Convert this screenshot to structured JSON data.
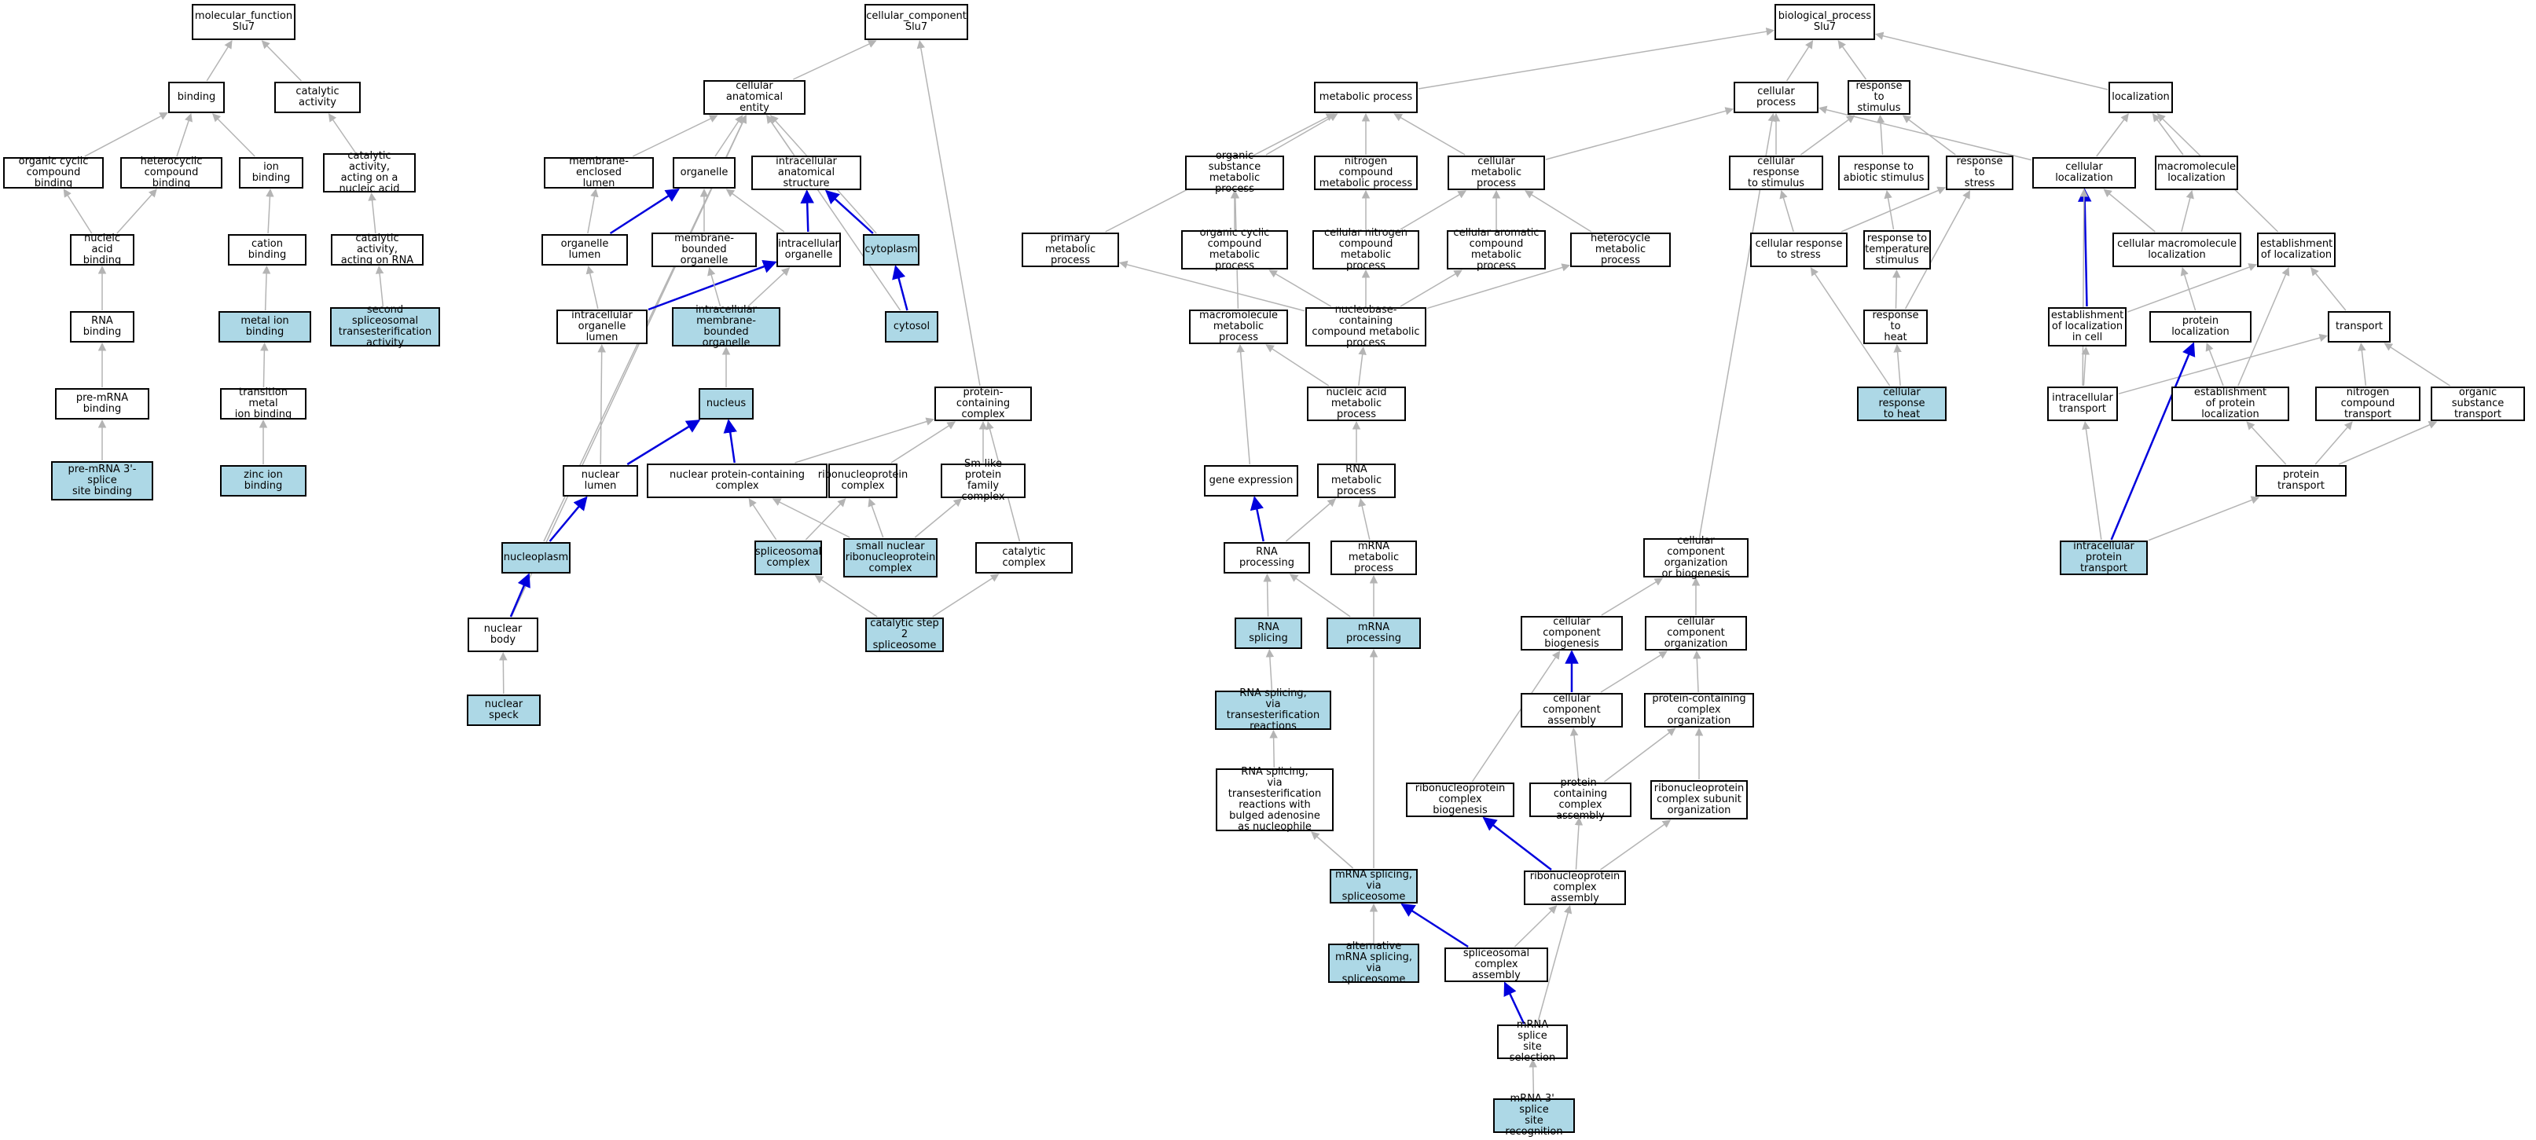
{
  "colors": {
    "highlight": "#add8e6",
    "node_fill": "#ffffff",
    "edge_gray": "#b4b4b4",
    "edge_blue": "#0000dd",
    "border": "#000000"
  },
  "nodes": [
    {
      "id": "mf",
      "label": "molecular_function\nSlu7",
      "hl": false
    },
    {
      "id": "binding",
      "label": "binding",
      "hl": false
    },
    {
      "id": "catact",
      "label": "catalytic activity",
      "hl": false
    },
    {
      "id": "orgcyc",
      "label": "organic cyclic\ncompound binding",
      "hl": false
    },
    {
      "id": "hetcyc",
      "label": "heterocyclic\ncompound binding",
      "hl": false
    },
    {
      "id": "ionb",
      "label": "ion binding",
      "hl": false
    },
    {
      "id": "catna",
      "label": "catalytic activity,\nacting on a\nnucleic acid",
      "hl": false
    },
    {
      "id": "nab",
      "label": "nucleic acid\nbinding",
      "hl": false
    },
    {
      "id": "cationb",
      "label": "cation binding",
      "hl": false
    },
    {
      "id": "catrna",
      "label": "catalytic activity,\nacting on RNA",
      "hl": false
    },
    {
      "id": "rnab",
      "label": "RNA binding",
      "hl": false
    },
    {
      "id": "metalb",
      "label": "metal ion binding",
      "hl": true
    },
    {
      "id": "secsp",
      "label": "second spliceosomal\ntransesterification\nactivity",
      "hl": true
    },
    {
      "id": "premrnab",
      "label": "pre-mRNA binding",
      "hl": false
    },
    {
      "id": "transmet",
      "label": "transition metal\nion binding",
      "hl": false
    },
    {
      "id": "premrna3",
      "label": "pre-mRNA 3'-splice\nsite binding",
      "hl": true
    },
    {
      "id": "zinc",
      "label": "zinc ion binding",
      "hl": true
    },
    {
      "id": "cc",
      "label": "cellular_component\nSlu7",
      "hl": false
    },
    {
      "id": "cae",
      "label": "cellular anatomical\nentity",
      "hl": false
    },
    {
      "id": "membl",
      "label": "membrane-enclosed\nlumen",
      "hl": false
    },
    {
      "id": "organelle",
      "label": "organelle",
      "hl": false
    },
    {
      "id": "ias",
      "label": "intracellular\nanatomical structure",
      "hl": false
    },
    {
      "id": "orglumen",
      "label": "organelle lumen",
      "hl": false
    },
    {
      "id": "mbo",
      "label": "membrane-bounded\norganelle",
      "hl": false
    },
    {
      "id": "io",
      "label": "intracellular\norganelle",
      "hl": false
    },
    {
      "id": "cytoplasm",
      "label": "cytoplasm",
      "hl": true
    },
    {
      "id": "iol",
      "label": "intracellular\norganelle lumen",
      "hl": false
    },
    {
      "id": "imbo",
      "label": "intracellular\nmembrane-bounded\norganelle",
      "hl": true
    },
    {
      "id": "cytosol",
      "label": "cytosol",
      "hl": true
    },
    {
      "id": "nucleus",
      "label": "nucleus",
      "hl": true
    },
    {
      "id": "pcc",
      "label": "protein-containing\ncomplex",
      "hl": false
    },
    {
      "id": "nuclumen",
      "label": "nuclear lumen",
      "hl": false
    },
    {
      "id": "npcc",
      "label": "nuclear protein-containing\ncomplex",
      "hl": false
    },
    {
      "id": "rnpc",
      "label": "ribonucleoprotein\ncomplex",
      "hl": false
    },
    {
      "id": "smlike",
      "label": "Sm-like protein\nfamily complex",
      "hl": false
    },
    {
      "id": "nucleoplasm",
      "label": "nucleoplasm",
      "hl": true
    },
    {
      "id": "spliceosomal",
      "label": "spliceosomal\ncomplex",
      "hl": true
    },
    {
      "id": "snrnp",
      "label": "small nuclear\nribonucleoprotein\ncomplex",
      "hl": true
    },
    {
      "id": "catcomplex",
      "label": "catalytic complex",
      "hl": false
    },
    {
      "id": "nucbody",
      "label": "nuclear body",
      "hl": false
    },
    {
      "id": "catstep2",
      "label": "catalytic step\n2 spliceosome",
      "hl": true
    },
    {
      "id": "nucspeck",
      "label": "nuclear speck",
      "hl": true
    },
    {
      "id": "bp",
      "label": "biological_process\nSlu7",
      "hl": false
    },
    {
      "id": "metproc",
      "label": "metabolic process",
      "hl": false
    },
    {
      "id": "cellproc",
      "label": "cellular process",
      "hl": false
    },
    {
      "id": "respstim",
      "label": "response to\nstimulus",
      "hl": false
    },
    {
      "id": "local",
      "label": "localization",
      "hl": false
    },
    {
      "id": "orgsub",
      "label": "organic substance\nmetabolic process",
      "hl": false
    },
    {
      "id": "nitro",
      "label": "nitrogen compound\nmetabolic process",
      "hl": false
    },
    {
      "id": "cellmet",
      "label": "cellular metabolic\nprocess",
      "hl": false
    },
    {
      "id": "cellresp",
      "label": "cellular response\nto stimulus",
      "hl": false
    },
    {
      "id": "respabio",
      "label": "response to\nabiotic stimulus",
      "hl": false
    },
    {
      "id": "respstress",
      "label": "response to\nstress",
      "hl": false
    },
    {
      "id": "cellloc",
      "label": "cellular localization",
      "hl": false
    },
    {
      "id": "macroloc",
      "label": "macromolecule\nlocalization",
      "hl": false
    },
    {
      "id": "primet",
      "label": "primary metabolic\nprocess",
      "hl": false
    },
    {
      "id": "orgcycmet",
      "label": "organic cyclic\ncompound metabolic\nprocess",
      "hl": false
    },
    {
      "id": "cellnitro",
      "label": "cellular nitrogen\ncompound metabolic\nprocess",
      "hl": false
    },
    {
      "id": "cellarom",
      "label": "cellular aromatic\ncompound metabolic\nprocess",
      "hl": false
    },
    {
      "id": "hetmet",
      "label": "heterocycle\nmetabolic process",
      "hl": false
    },
    {
      "id": "cellrespstress",
      "label": "cellular response\nto stress",
      "hl": false
    },
    {
      "id": "resptemp",
      "label": "response to\ntemperature\nstimulus",
      "hl": false
    },
    {
      "id": "cellmacroloc",
      "label": "cellular macromolecule\nlocalization",
      "hl": false
    },
    {
      "id": "estloc",
      "label": "establishment\nof localization",
      "hl": false
    },
    {
      "id": "macromet",
      "label": "macromolecule\nmetabolic process",
      "hl": false
    },
    {
      "id": "nucbase",
      "label": "nucleobase-containing\ncompound metabolic\nprocess",
      "hl": false
    },
    {
      "id": "respheat",
      "label": "response to\nheat",
      "hl": false
    },
    {
      "id": "estloccell",
      "label": "establishment\nof localization\nin cell",
      "hl": false
    },
    {
      "id": "protloc",
      "label": "protein localization",
      "hl": false
    },
    {
      "id": "transport",
      "label": "transport",
      "hl": false
    },
    {
      "id": "nameta",
      "label": "nucleic acid\nmetabolic process",
      "hl": false
    },
    {
      "id": "cellrespheat",
      "label": "cellular response\nto heat",
      "hl": true
    },
    {
      "id": "intratrans",
      "label": "intracellular\ntransport",
      "hl": false
    },
    {
      "id": "estprotloc",
      "label": "establishment\nof protein localization",
      "hl": false
    },
    {
      "id": "nitrotrans",
      "label": "nitrogen compound\ntransport",
      "hl": false
    },
    {
      "id": "orgsubtrans",
      "label": "organic substance\ntransport",
      "hl": false
    },
    {
      "id": "geneexp",
      "label": "gene expression",
      "hl": false
    },
    {
      "id": "rnamet",
      "label": "RNA metabolic\nprocess",
      "hl": false
    },
    {
      "id": "prottrans",
      "label": "protein transport",
      "hl": false
    },
    {
      "id": "rnaproc",
      "label": "RNA processing",
      "hl": false
    },
    {
      "id": "mrnamet",
      "label": "mRNA metabolic\nprocess",
      "hl": false
    },
    {
      "id": "ccob",
      "label": "cellular component\norganization\nor biogenesis",
      "hl": false
    },
    {
      "id": "intraprottrans",
      "label": "intracellular\nprotein transport",
      "hl": true
    },
    {
      "id": "rnasplicing",
      "label": "RNA splicing",
      "hl": true
    },
    {
      "id": "mrnaproc",
      "label": "mRNA processing",
      "hl": true
    },
    {
      "id": "ccbio",
      "label": "cellular component\nbiogenesis",
      "hl": false
    },
    {
      "id": "ccorg",
      "label": "cellular component\norganization",
      "hl": false
    },
    {
      "id": "rnasplte",
      "label": "RNA splicing,\nvia transesterification\nreactions",
      "hl": true
    },
    {
      "id": "ccassembly",
      "label": "cellular component\nassembly",
      "hl": false
    },
    {
      "id": "pcorg",
      "label": "protein-containing\ncomplex organization",
      "hl": false
    },
    {
      "id": "rnasplbulged",
      "label": "RNA splicing,\nvia transesterification\nreactions with\nbulged adenosine\nas nucleophile",
      "hl": false
    },
    {
      "id": "rnpbio",
      "label": "ribonucleoprotein\ncomplex biogenesis",
      "hl": false
    },
    {
      "id": "pcassembly",
      "label": "protein-containing\ncomplex assembly",
      "hl": false
    },
    {
      "id": "rnpsuborg",
      "label": "ribonucleoprotein\ncomplex subunit\norganization",
      "hl": false
    },
    {
      "id": "mrnaspl",
      "label": "mRNA splicing,\nvia spliceosome",
      "hl": true
    },
    {
      "id": "rnpassembly",
      "label": "ribonucleoprotein\ncomplex assembly",
      "hl": false
    },
    {
      "id": "altmrna",
      "label": "alternative\nmRNA splicing,\nvia spliceosome",
      "hl": true
    },
    {
      "id": "spliceassembly",
      "label": "spliceosomal\ncomplex assembly",
      "hl": false
    },
    {
      "id": "mrnasplsel",
      "label": "mRNA splice\nsite selection",
      "hl": false
    },
    {
      "id": "mrna3rec",
      "label": "mRNA 3'-splice\nsite recognition",
      "hl": true
    }
  ],
  "edges": [
    [
      "binding",
      "mf",
      "g"
    ],
    [
      "catact",
      "mf",
      "g"
    ],
    [
      "orgcyc",
      "binding",
      "g"
    ],
    [
      "hetcyc",
      "binding",
      "g"
    ],
    [
      "ionb",
      "binding",
      "g"
    ],
    [
      "catna",
      "catact",
      "g"
    ],
    [
      "nab",
      "orgcyc",
      "g"
    ],
    [
      "nab",
      "hetcyc",
      "g"
    ],
    [
      "cationb",
      "ionb",
      "g"
    ],
    [
      "catrna",
      "catna",
      "g"
    ],
    [
      "rnab",
      "nab",
      "g"
    ],
    [
      "metalb",
      "cationb",
      "g"
    ],
    [
      "secsp",
      "catrna",
      "g"
    ],
    [
      "premrnab",
      "rnab",
      "g"
    ],
    [
      "transmet",
      "metalb",
      "g"
    ],
    [
      "premrna3",
      "premrnab",
      "g"
    ],
    [
      "zinc",
      "transmet",
      "g"
    ],
    [
      "cae",
      "cc",
      "g"
    ],
    [
      "pcc",
      "cc",
      "g"
    ],
    [
      "membl",
      "cae",
      "g"
    ],
    [
      "organelle",
      "cae",
      "g"
    ],
    [
      "ias",
      "cae",
      "g"
    ],
    [
      "cytoplasm",
      "cae",
      "g"
    ],
    [
      "cytosol",
      "cae",
      "g"
    ],
    [
      "nucleoplasm",
      "cae",
      "g"
    ],
    [
      "nucbody",
      "cae",
      "g"
    ],
    [
      "orglumen",
      "membl",
      "g"
    ],
    [
      "orglumen",
      "organelle",
      "b"
    ],
    [
      "mbo",
      "organelle",
      "g"
    ],
    [
      "io",
      "organelle",
      "g"
    ],
    [
      "io",
      "ias",
      "b"
    ],
    [
      "cytoplasm",
      "ias",
      "b"
    ],
    [
      "iol",
      "orglumen",
      "g"
    ],
    [
      "iol",
      "io",
      "b"
    ],
    [
      "imbo",
      "mbo",
      "g"
    ],
    [
      "imbo",
      "io",
      "g"
    ],
    [
      "cytosol",
      "cytoplasm",
      "b"
    ],
    [
      "nucleus",
      "imbo",
      "g"
    ],
    [
      "nuclumen",
      "iol",
      "g"
    ],
    [
      "nuclumen",
      "nucleus",
      "b"
    ],
    [
      "npcc",
      "nucleus",
      "b"
    ],
    [
      "npcc",
      "pcc",
      "g"
    ],
    [
      "rnpc",
      "pcc",
      "g"
    ],
    [
      "smlike",
      "pcc",
      "g"
    ],
    [
      "catcomplex",
      "pcc",
      "g"
    ],
    [
      "nucleoplasm",
      "nuclumen",
      "b"
    ],
    [
      "spliceosomal",
      "npcc",
      "g"
    ],
    [
      "spliceosomal",
      "rnpc",
      "g"
    ],
    [
      "snrnp",
      "npcc",
      "g"
    ],
    [
      "snrnp",
      "rnpc",
      "g"
    ],
    [
      "snrnp",
      "smlike",
      "g"
    ],
    [
      "nucbody",
      "nucleoplasm",
      "b"
    ],
    [
      "catstep2",
      "spliceosomal",
      "g"
    ],
    [
      "catstep2",
      "catcomplex",
      "g"
    ],
    [
      "nucspeck",
      "nucbody",
      "g"
    ],
    [
      "metproc",
      "bp",
      "g"
    ],
    [
      "cellproc",
      "bp",
      "g"
    ],
    [
      "respstim",
      "bp",
      "g"
    ],
    [
      "local",
      "bp",
      "g"
    ],
    [
      "orgsub",
      "metproc",
      "g"
    ],
    [
      "nitro",
      "metproc",
      "g"
    ],
    [
      "cellmet",
      "metproc",
      "g"
    ],
    [
      "primet",
      "metproc",
      "g"
    ],
    [
      "cellmet",
      "cellproc",
      "g"
    ],
    [
      "cellresp",
      "cellproc",
      "g"
    ],
    [
      "cellloc",
      "cellproc",
      "g"
    ],
    [
      "ccob",
      "cellproc",
      "g"
    ],
    [
      "cellresp",
      "respstim",
      "g"
    ],
    [
      "respabio",
      "respstim",
      "g"
    ],
    [
      "respstress",
      "respstim",
      "g"
    ],
    [
      "cellloc",
      "local",
      "g"
    ],
    [
      "macroloc",
      "local",
      "g"
    ],
    [
      "estloc",
      "local",
      "g"
    ],
    [
      "orgcycmet",
      "orgsub",
      "g"
    ],
    [
      "macromet",
      "orgsub",
      "g"
    ],
    [
      "cellnitro",
      "nitro",
      "g"
    ],
    [
      "cellnitro",
      "cellmet",
      "g"
    ],
    [
      "cellarom",
      "cellmet",
      "g"
    ],
    [
      "hetmet",
      "cellmet",
      "g"
    ],
    [
      "cellrespstress",
      "cellresp",
      "g"
    ],
    [
      "cellrespstress",
      "respstress",
      "g"
    ],
    [
      "resptemp",
      "respabio",
      "g"
    ],
    [
      "cellmacroloc",
      "cellloc",
      "g"
    ],
    [
      "cellmacroloc",
      "macroloc",
      "g"
    ],
    [
      "estloccell",
      "cellloc",
      "b"
    ],
    [
      "estloccell",
      "estloc",
      "g"
    ],
    [
      "nucbase",
      "orgcycmet",
      "g"
    ],
    [
      "nucbase",
      "cellnitro",
      "g"
    ],
    [
      "nucbase",
      "cellarom",
      "g"
    ],
    [
      "nucbase",
      "hetmet",
      "g"
    ],
    [
      "nucbase",
      "primet",
      "g"
    ],
    [
      "respheat",
      "resptemp",
      "g"
    ],
    [
      "respheat",
      "respstress",
      "g"
    ],
    [
      "protloc",
      "cellmacroloc",
      "g"
    ],
    [
      "transport",
      "estloc",
      "g"
    ],
    [
      "nameta",
      "macromet",
      "g"
    ],
    [
      "nameta",
      "nucbase",
      "g"
    ],
    [
      "cellrespheat",
      "cellrespstress",
      "g"
    ],
    [
      "cellrespheat",
      "respheat",
      "g"
    ],
    [
      "intratrans",
      "cellloc",
      "g"
    ],
    [
      "intratrans",
      "estloccell",
      "g"
    ],
    [
      "intratrans",
      "transport",
      "g"
    ],
    [
      "estprotloc",
      "protloc",
      "g"
    ],
    [
      "estprotloc",
      "estloc",
      "g"
    ],
    [
      "nitrotrans",
      "transport",
      "g"
    ],
    [
      "orgsubtrans",
      "transport",
      "g"
    ],
    [
      "geneexp",
      "macromet",
      "g"
    ],
    [
      "rnamet",
      "nameta",
      "g"
    ],
    [
      "prottrans",
      "estprotloc",
      "g"
    ],
    [
      "prottrans",
      "nitrotrans",
      "g"
    ],
    [
      "prottrans",
      "orgsubtrans",
      "g"
    ],
    [
      "rnaproc",
      "geneexp",
      "b"
    ],
    [
      "rnaproc",
      "rnamet",
      "g"
    ],
    [
      "mrnamet",
      "rnamet",
      "g"
    ],
    [
      "intraprottrans",
      "intratrans",
      "g"
    ],
    [
      "intraprottrans",
      "prottrans",
      "g"
    ],
    [
      "intraprottrans",
      "protloc",
      "b"
    ],
    [
      "rnasplicing",
      "rnaproc",
      "g"
    ],
    [
      "mrnaproc",
      "rnaproc",
      "g"
    ],
    [
      "mrnaproc",
      "mrnamet",
      "g"
    ],
    [
      "ccbio",
      "ccob",
      "g"
    ],
    [
      "ccorg",
      "ccob",
      "g"
    ],
    [
      "rnasplte",
      "rnasplicing",
      "g"
    ],
    [
      "ccassembly",
      "ccbio",
      "b"
    ],
    [
      "ccassembly",
      "ccorg",
      "g"
    ],
    [
      "pcorg",
      "ccorg",
      "g"
    ],
    [
      "rnasplbulged",
      "rnasplte",
      "g"
    ],
    [
      "rnpbio",
      "ccbio",
      "g"
    ],
    [
      "pcassembly",
      "ccassembly",
      "g"
    ],
    [
      "pcassembly",
      "pcorg",
      "g"
    ],
    [
      "rnpsuborg",
      "pcorg",
      "g"
    ],
    [
      "mrnaspl",
      "rnasplbulged",
      "g"
    ],
    [
      "mrnaspl",
      "mrnaproc",
      "g"
    ],
    [
      "rnpassembly",
      "rnpbio",
      "b"
    ],
    [
      "rnpassembly",
      "pcassembly",
      "g"
    ],
    [
      "rnpassembly",
      "rnpsuborg",
      "g"
    ],
    [
      "altmrna",
      "mrnaspl",
      "g"
    ],
    [
      "spliceassembly",
      "mrnaspl",
      "b"
    ],
    [
      "spliceassembly",
      "rnpassembly",
      "g"
    ],
    [
      "mrnasplsel",
      "spliceassembly",
      "b"
    ],
    [
      "mrnasplsel",
      "rnpassembly",
      "g"
    ],
    [
      "mrna3rec",
      "mrnasplsel",
      "g"
    ]
  ]
}
